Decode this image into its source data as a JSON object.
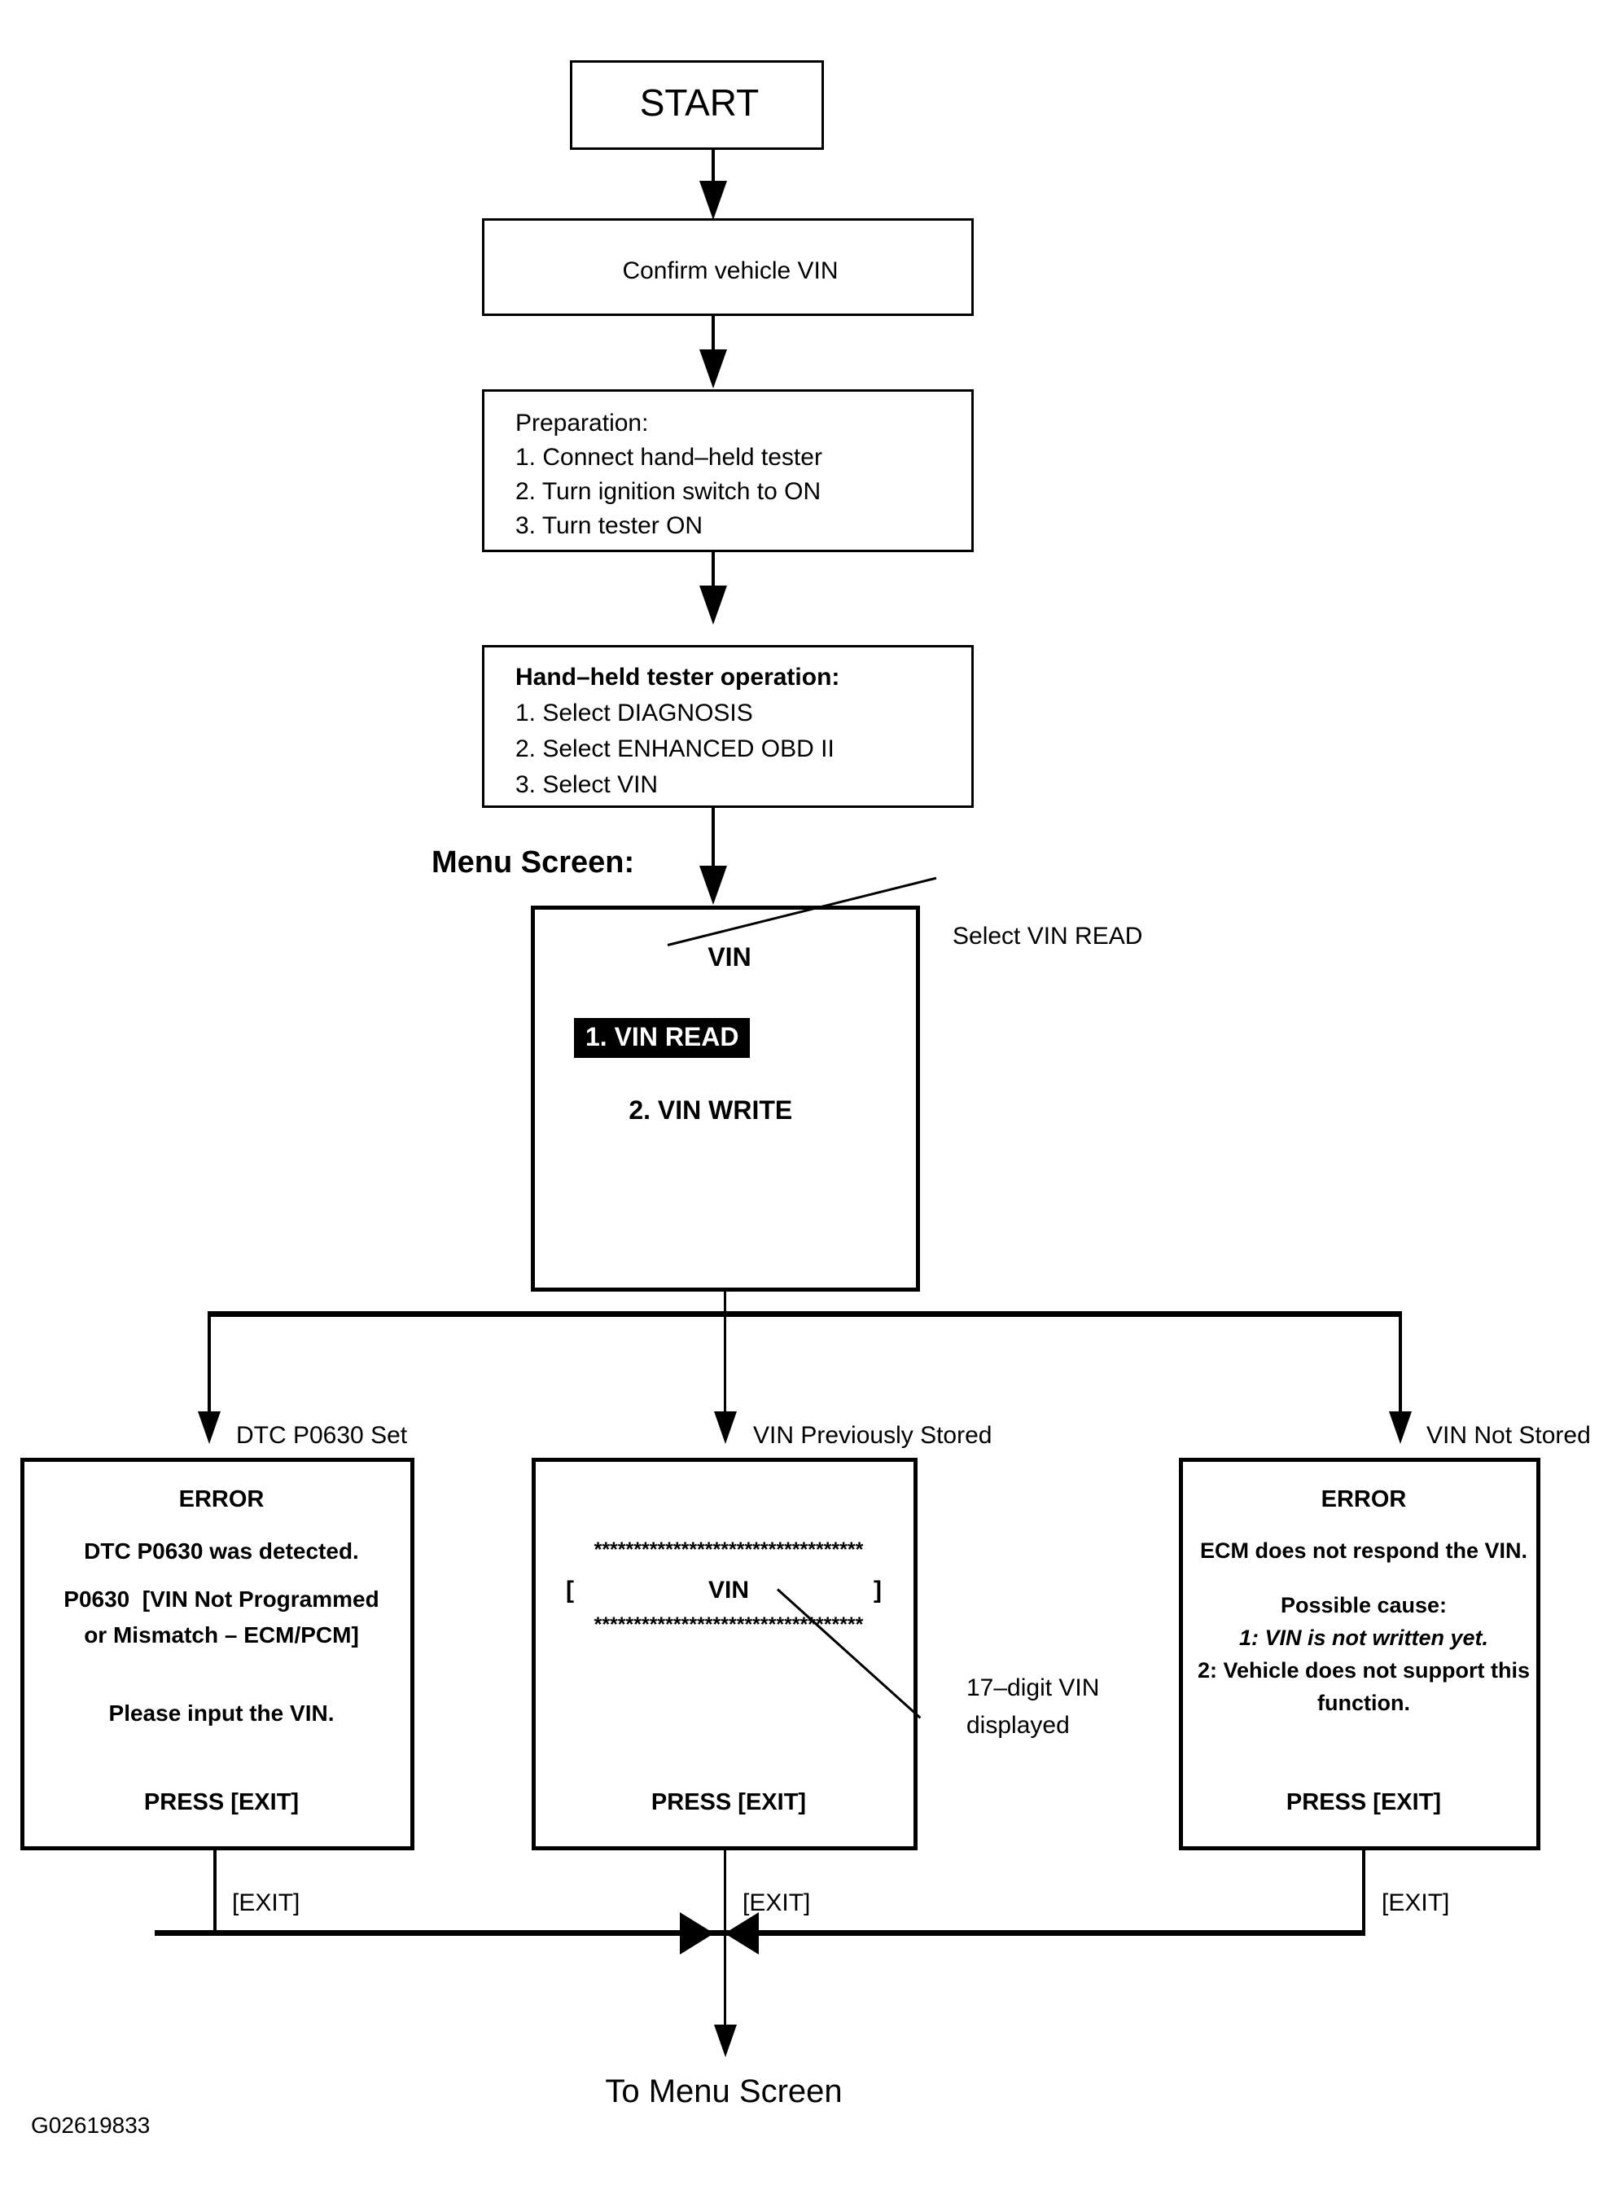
{
  "figure": {
    "id_code": "G02619833"
  },
  "nodes": {
    "start": {
      "label": "START"
    },
    "confirm_vin": {
      "label": "Confirm vehicle VIN"
    },
    "preparation": {
      "heading": "Preparation:",
      "steps": [
        "1. Connect hand–held tester",
        "2. Turn ignition switch to ON",
        "3. Turn tester ON"
      ]
    },
    "tester_operation": {
      "heading": "Hand–held tester operation:",
      "steps": [
        "1. Select DIAGNOSIS",
        "2. Select ENHANCED OBD II",
        "3. Select VIN"
      ]
    },
    "menu_screen": {
      "caption": "Menu Screen:",
      "title": "VIN",
      "items": [
        {
          "label": "1. VIN READ",
          "selected": true
        },
        {
          "label": "2. VIN WRITE",
          "selected": false
        }
      ],
      "annotation": "Select VIN READ"
    }
  },
  "branches": [
    {
      "condition": "DTC P0630 Set"
    },
    {
      "condition": "VIN Previously Stored"
    },
    {
      "condition": "VIN Not Stored"
    }
  ],
  "screens": {
    "dtc_error": {
      "title": "ERROR",
      "line1": "DTC P0630 was detected.",
      "line2": "P0630  [VIN Not Programmed",
      "line3": "or Mismatch – ECM/PCM]",
      "line4": "Please input the VIN.",
      "footer": "PRESS [EXIT]"
    },
    "vin_stored": {
      "stars_top": "**********************************",
      "bracket_open": "[",
      "vin_label": "VIN",
      "bracket_close": "]",
      "stars_bottom": "**********************************",
      "footer": "PRESS [EXIT]",
      "annotation_line1": "17–digit VIN",
      "annotation_line2": "displayed"
    },
    "no_vin_error": {
      "title": "ERROR",
      "line1": "ECM does not respond the VIN.",
      "line2": "Possible cause:",
      "cause1": "1: VIN is not written yet.",
      "cause2": "2: Vehicle does not support this",
      "cause2_cont": "function.",
      "footer": "PRESS [EXIT]"
    }
  },
  "exit_labels": {
    "left": "[EXIT]",
    "middle": "[EXIT]",
    "right": "[EXIT]"
  },
  "terminal": {
    "label": "To Menu Screen"
  }
}
